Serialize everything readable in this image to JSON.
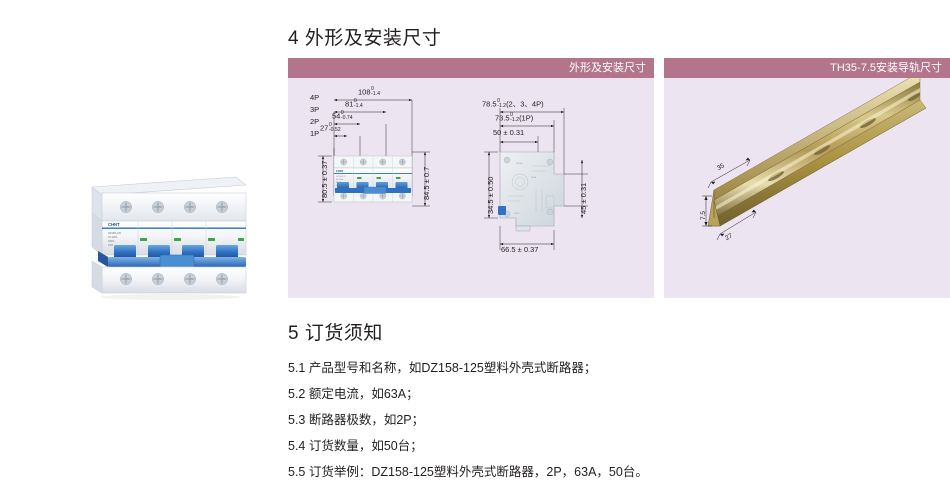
{
  "sections": {
    "dimensions": {
      "number": "4",
      "title": "4 外形及安装尺寸"
    },
    "ordering": {
      "number": "5",
      "title": "5 订货须知",
      "items": [
        "5.1 产品型号和名称，如DZ158-125塑料外壳式断路器；",
        "5.2 额定电流，如63A；",
        "5.3 断路器极数，如2P；",
        "5.4 订货数量，如50台；",
        "5.5 订货举例：DZ158-125塑料外壳式断路器，2P，63A，50台。"
      ]
    }
  },
  "panels": {
    "outline": {
      "header": "外形及安装尺寸",
      "front_view": {
        "pole_labels": [
          "4P",
          "3P",
          "2P",
          "1P"
        ],
        "width_dims": [
          {
            "pole": "4P",
            "nominal": "108",
            "tol_upper": "0",
            "tol_lower": "-1.4"
          },
          {
            "pole": "3P",
            "nominal": "81",
            "tol_upper": "0",
            "tol_lower": "-1.4"
          },
          {
            "pole": "2P",
            "nominal": "54",
            "tol_upper": "0",
            "tol_lower": "-0.74"
          },
          {
            "pole": "1P",
            "nominal": "27",
            "tol_upper": "0",
            "tol_lower": "-0.52"
          }
        ],
        "height_left": "80.5 ± 0.37",
        "height_right": "84.5 ± 0.7"
      },
      "side_view": {
        "depth_top_1": {
          "nominal": "78.5",
          "tol_upper": "0",
          "tol_lower": "-1.2",
          "note": "(2、3、4P)"
        },
        "depth_top_2": {
          "nominal": "73.5",
          "tol_upper": "0",
          "tol_lower": "-1.2",
          "note": "(1P)"
        },
        "depth_mid": "50 ± 0.31",
        "height_left": "34.5 ± 0.50",
        "height_right": "45 ± 0.31",
        "depth_bottom": "66.5 ± 0.37"
      }
    },
    "rail": {
      "header": "TH35-7.5安装导轨尺寸",
      "labels": {
        "width": "35",
        "height": "7.5",
        "inner": "27"
      }
    }
  },
  "product_photo": {
    "brand": "CHNT",
    "poles": 4,
    "colors": {
      "body": "#f2f4f7",
      "toggle": "#2f72c4",
      "brand_text": "#1a4fa0"
    }
  },
  "theme": {
    "panel_header_bg": "#b3758c",
    "panel_body_bg": "#ece4f0",
    "text": "#231f20",
    "page_bg": "#ffffff"
  }
}
